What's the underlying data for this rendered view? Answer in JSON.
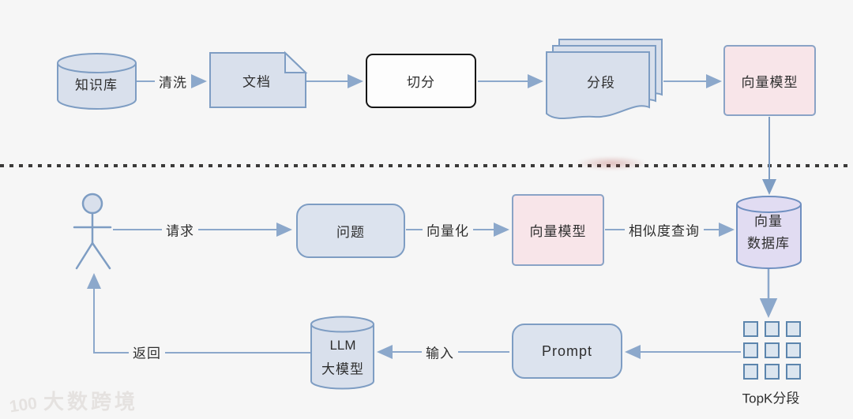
{
  "diagram_title": "RAG pipeline flow diagram",
  "top_flow": {
    "knowledge_base": "知识库",
    "clean_label": "清洗",
    "document": "文档",
    "split": "切分",
    "segments": "分段",
    "embedding_model": "向量模型"
  },
  "query_flow": {
    "request_label": "请求",
    "question": "问题",
    "vectorize_label": "向量化",
    "embedding_model": "向量模型",
    "similarity_label": "相似度查询",
    "vector_db_line1": "向量",
    "vector_db_line2": "数据库"
  },
  "generation_flow": {
    "topk_label": "TopK分段",
    "prompt": "Prompt",
    "input_label": "输入",
    "llm_line1": "LLM",
    "llm_line2": "大模型",
    "return_label": "返回"
  },
  "watermark": {
    "logo": "100",
    "text": "大数跨境"
  },
  "colors": {
    "background": "#f6f6f6",
    "node_fill_blue": "#dce3ee",
    "node_fill_pink": "#f8e5e9",
    "node_fill_lavender": "#e1dcf2",
    "node_border_blue": "#7e9dc3",
    "split_box_border": "#161616",
    "arrow": "#8ca8cb",
    "dashed_separator": "#3b3a39",
    "text": "#2e2e2e",
    "watermark": "#e5e2e0"
  }
}
